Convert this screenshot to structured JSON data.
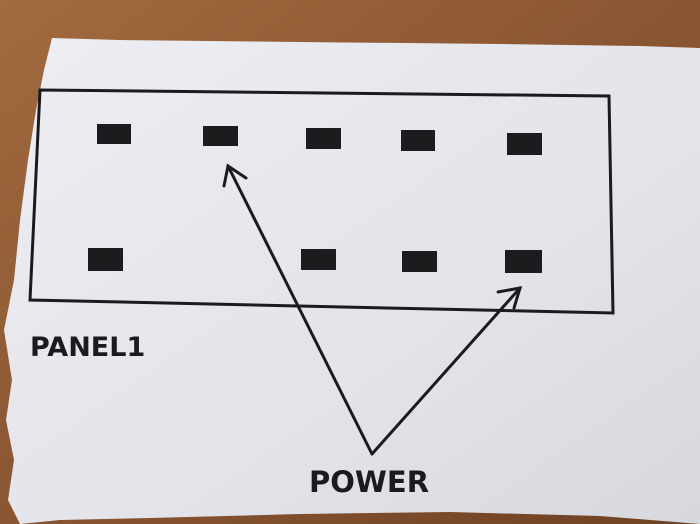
{
  "diagram": {
    "panel_label": "PANEL1",
    "power_label": "POWER",
    "pins_top_row": 5,
    "pins_bottom_row": 4
  },
  "colors": {
    "wood": "#8a5a36",
    "paper": "#e6e8ee",
    "ink": "#1b1b1d"
  }
}
